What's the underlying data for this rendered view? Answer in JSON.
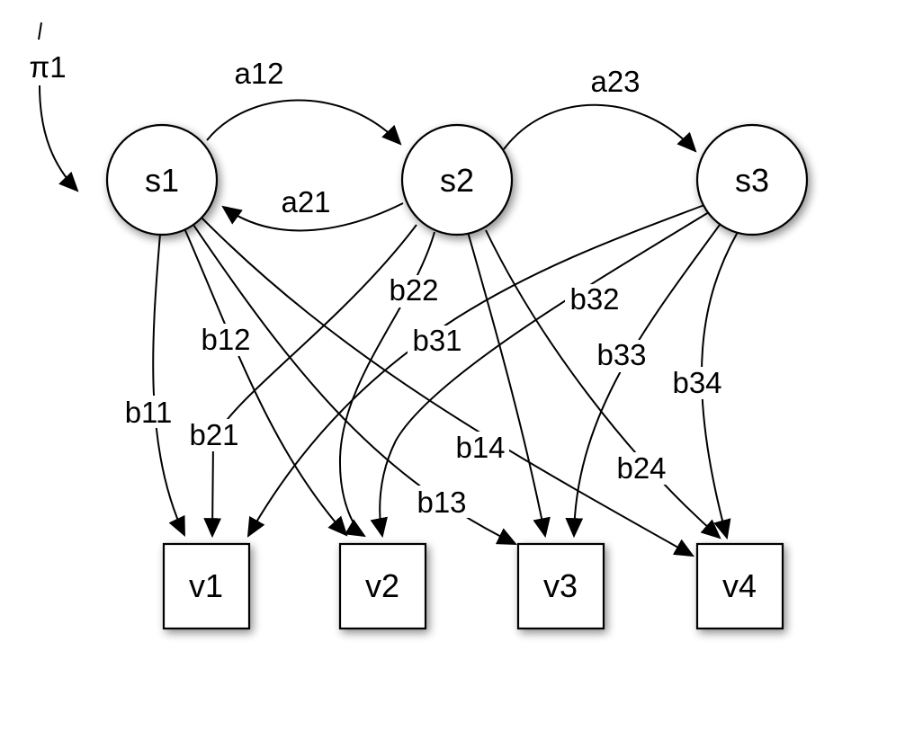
{
  "diagram": {
    "initial_label": "π1",
    "states": [
      {
        "id": "s1",
        "label": "s1"
      },
      {
        "id": "s2",
        "label": "s2"
      },
      {
        "id": "s3",
        "label": "s3"
      }
    ],
    "observations": [
      {
        "id": "v1",
        "label": "v1"
      },
      {
        "id": "v2",
        "label": "v2"
      },
      {
        "id": "v3",
        "label": "v3"
      },
      {
        "id": "v4",
        "label": "v4"
      }
    ],
    "transitions": [
      {
        "id": "a12",
        "from": "s1",
        "to": "s2",
        "label": "a12"
      },
      {
        "id": "a21",
        "from": "s2",
        "to": "s1",
        "label": "a21"
      },
      {
        "id": "a23",
        "from": "s2",
        "to": "s3",
        "label": "a23"
      }
    ],
    "emissions": [
      {
        "id": "b11",
        "from": "s1",
        "to": "v1",
        "label": "b11"
      },
      {
        "id": "b12",
        "from": "s1",
        "to": "v2",
        "label": "b12"
      },
      {
        "id": "b13",
        "from": "s1",
        "to": "v3",
        "label": "b13"
      },
      {
        "id": "b14",
        "from": "s1",
        "to": "v4",
        "label": "b14"
      },
      {
        "id": "b21",
        "from": "s2",
        "to": "v1",
        "label": "b21"
      },
      {
        "id": "b22",
        "from": "s2",
        "to": "v2",
        "label": "b22"
      },
      {
        "id": "b23",
        "from": "s2",
        "to": "v3",
        "label": ""
      },
      {
        "id": "b24",
        "from": "s2",
        "to": "v4",
        "label": "b24"
      },
      {
        "id": "b31",
        "from": "s3",
        "to": "v1",
        "label": "b31"
      },
      {
        "id": "b32",
        "from": "s3",
        "to": "v2",
        "label": "b32"
      },
      {
        "id": "b33",
        "from": "s3",
        "to": "v3",
        "label": "b33"
      },
      {
        "id": "b34",
        "from": "s3",
        "to": "v4",
        "label": "b34"
      }
    ]
  }
}
